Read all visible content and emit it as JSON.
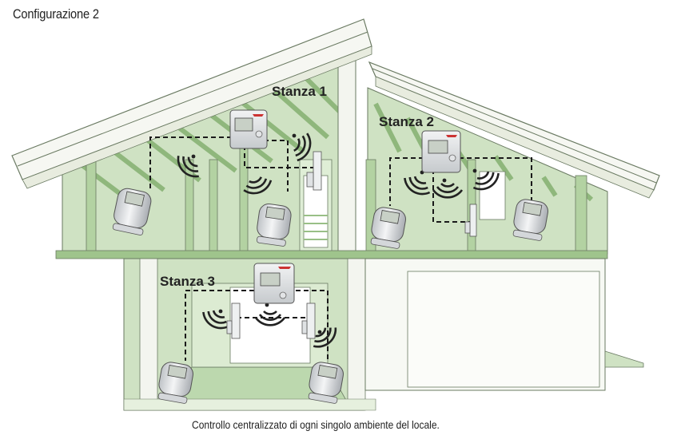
{
  "header": {
    "title": "Configurazione 2"
  },
  "rooms": [
    {
      "label": "Stanza 1"
    },
    {
      "label": "Stanza 2"
    },
    {
      "label": "Stanza 3"
    }
  ],
  "footer": {
    "caption": "Controllo centralizzato di ogni singolo ambiente del locale."
  },
  "colors": {
    "wall_green": "#cfe2c3",
    "dark_green": "#98bf86",
    "beam_green": "#a9cb97",
    "roof_white": "#f6f7f2",
    "line": "#6a7a62",
    "link_dash": "#1a1a1a"
  },
  "devices": {
    "thermostats": [
      "wall-thermostat",
      "wall-thermostat",
      "wall-thermostat"
    ],
    "radiator_valves": [
      "radiator-valve",
      "radiator-valve",
      "radiator-valve",
      "radiator-valve",
      "radiator-valve",
      "radiator-valve"
    ],
    "window_sensors": [
      "window-contact",
      "window-contact",
      "window-contact",
      "window-contact"
    ]
  }
}
